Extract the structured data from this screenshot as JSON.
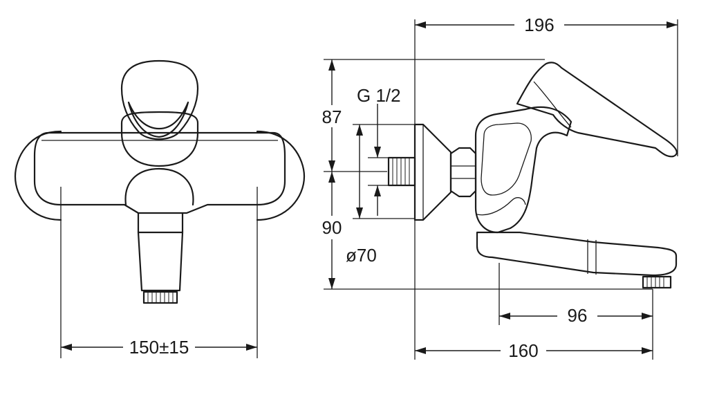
{
  "dimensions": {
    "width_overall": "196",
    "height_upper": "87",
    "thread": "G 1/2",
    "height_lower": "90",
    "rosette_diameter": "ø70",
    "spout_reach": "96",
    "projection": "160",
    "centres": "150±15"
  }
}
